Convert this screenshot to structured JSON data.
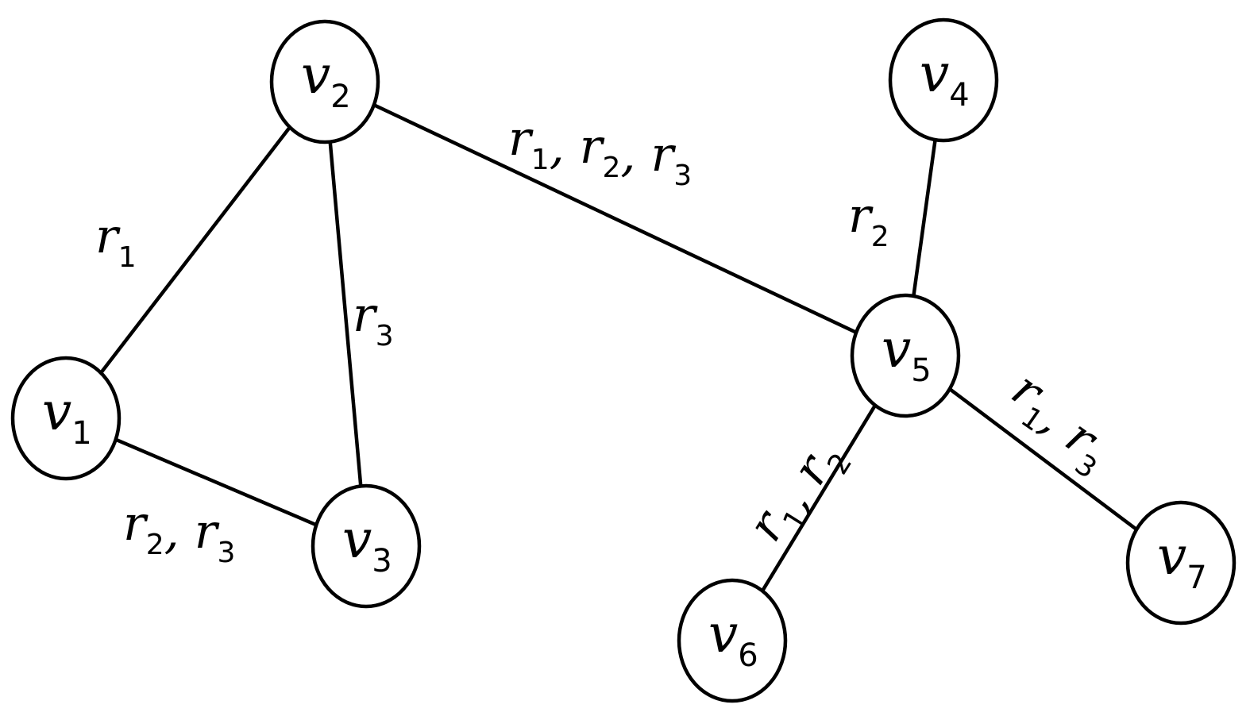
{
  "nodes": [
    {
      "id": "v1",
      "letter": "v",
      "sub": "1"
    },
    {
      "id": "v2",
      "letter": "v",
      "sub": "2"
    },
    {
      "id": "v3",
      "letter": "v",
      "sub": "3"
    },
    {
      "id": "v4",
      "letter": "v",
      "sub": "4"
    },
    {
      "id": "v5",
      "letter": "v",
      "sub": "5"
    },
    {
      "id": "v6",
      "letter": "v",
      "sub": "6"
    },
    {
      "id": "v7",
      "letter": "v",
      "sub": "7"
    }
  ],
  "edges": [
    {
      "from": "v1",
      "to": "v2",
      "labels": [
        "1"
      ]
    },
    {
      "from": "v2",
      "to": "v3",
      "labels": [
        "3"
      ]
    },
    {
      "from": "v1",
      "to": "v3",
      "labels": [
        "2",
        "3"
      ]
    },
    {
      "from": "v2",
      "to": "v5",
      "labels": [
        "1",
        "2",
        "3"
      ]
    },
    {
      "from": "v4",
      "to": "v5",
      "labels": [
        "2"
      ]
    },
    {
      "from": "v5",
      "to": "v6",
      "labels": [
        "1",
        "2"
      ]
    },
    {
      "from": "v5",
      "to": "v7",
      "labels": [
        "1",
        "3"
      ]
    }
  ],
  "label_letter": "r",
  "colors": {
    "stroke": "#000000",
    "background": "#ffffff"
  }
}
